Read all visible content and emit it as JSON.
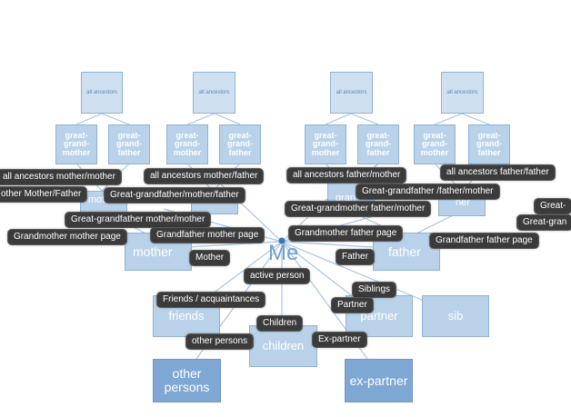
{
  "boxes": {
    "anc1": "all ancestors",
    "anc2": "all ancestors",
    "anc3": "all ancestors",
    "anc4": "all ancestors",
    "ggm1": "great-grand-mother",
    "ggf1": "great-grand-father",
    "ggm2": "great-grand-mother",
    "ggf2": "great-grand-father",
    "ggm3": "great-grand-mother",
    "ggf3": "great-grand-father",
    "ggm4": "great-grand-mother",
    "ggf4": "great-grand-father",
    "gm_mother_side": "mother",
    "gf_mother_side": "father",
    "gr_father_side": "gran",
    "gf_father_side": "her",
    "mother": "mother",
    "father": "father",
    "friends": "friends",
    "partner": "partner",
    "sib": "sib",
    "children": "children",
    "other_persons": "other persons",
    "ex_partner": "ex-partner"
  },
  "me": "Me",
  "labels": {
    "all_anc_mother_mother": "all ancestors mother/mother",
    "all_anc_mother_father": "all ancestors mother/father",
    "all_anc_father_mother": "all ancestors father/mother",
    "all_anc_father_father": "all ancestors father/father",
    "other_mother_father": "other Mother/Father",
    "ggf_mother_father": "Great-grandfather/mother/father",
    "ggf_father_mother": "Great-grandfather /father/mother",
    "great_cut1": "Great-",
    "great_gran_cut": "Great-gran",
    "ggm_father_mother": "Great-grandmother father/mother",
    "ggf_mother_mother": "Great-grandfather mother/mother",
    "gm_mother_page": "Grandmother mother page",
    "gf_mother_page": "Grandfather mother page",
    "gm_father_page": "Grandmother father page",
    "gf_father_page": "Grandfather father page",
    "mother": "Mother",
    "father": "Father",
    "active_person": "active person",
    "siblings": "Siblings",
    "friends": "Friends / acquaintances",
    "partner": "Partner",
    "children": "Children",
    "other_persons": "other persons",
    "ex_partner": "Ex-partner"
  }
}
